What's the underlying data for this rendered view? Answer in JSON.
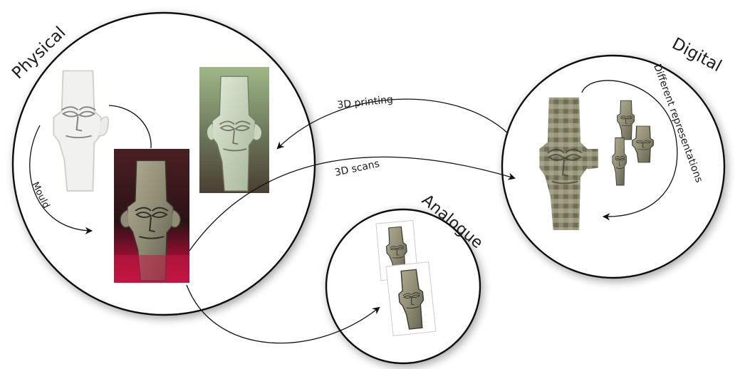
{
  "circles": {
    "physical": {
      "label": "Physical"
    },
    "digital": {
      "label": "Digital"
    },
    "analogue": {
      "label": "Analogue"
    }
  },
  "arrows": {
    "printing": "3D printing",
    "scans": "3D scans",
    "mould": "Mould",
    "representations": "Different representations"
  },
  "colors": {
    "outline": "#111111",
    "bronze": "#9c9a83",
    "bronze_dark": "#5f604e",
    "museum_red": "#b8123c",
    "museum_dark": "#2d1418",
    "print_green": "#c9d4bd",
    "print_bg_green": "#8aa06a"
  },
  "icons": [
    "bronze-mask-figure"
  ]
}
